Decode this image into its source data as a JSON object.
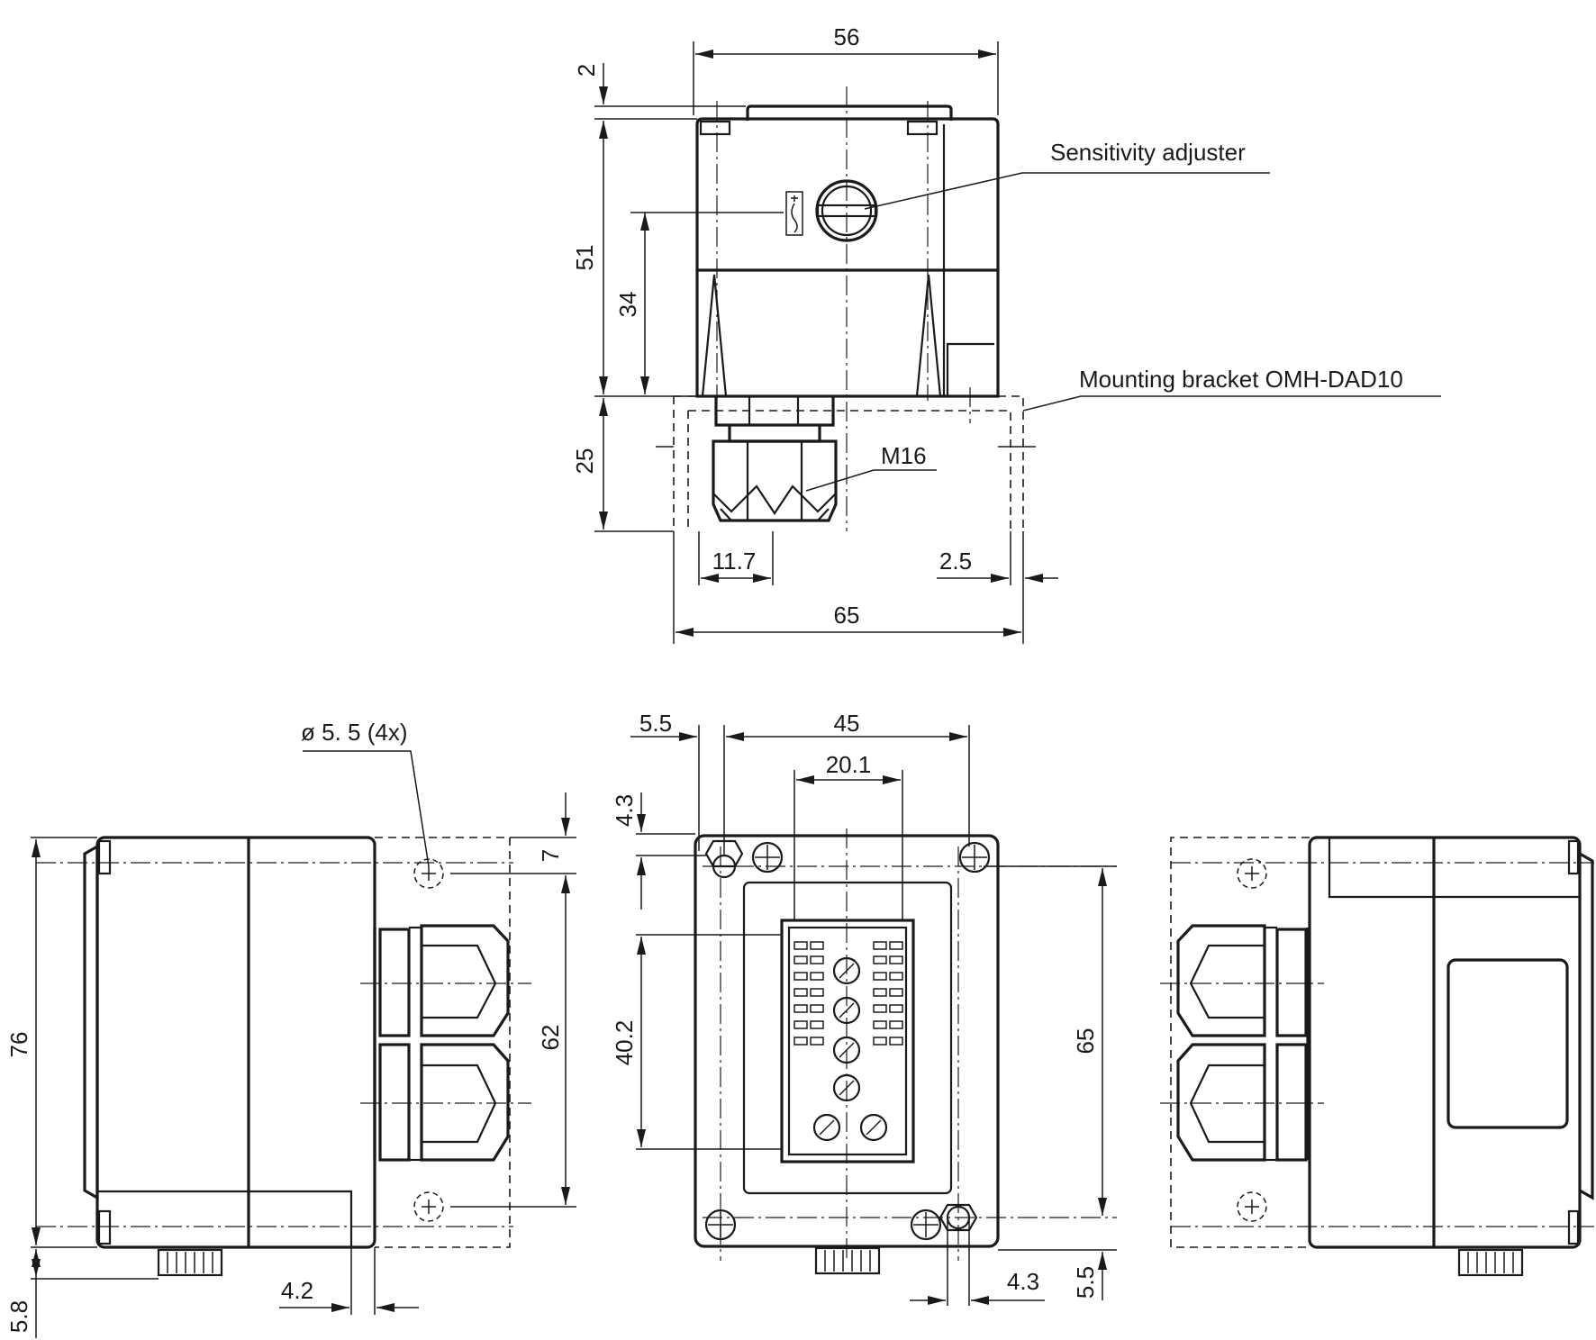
{
  "drawing": {
    "labels": {
      "sensitivity_adjuster": "Sensitivity adjuster",
      "mounting_bracket": "Mounting bracket OMH-DAD10",
      "thread": "M16",
      "hole_diameter": "ø 5. 5 (4x)"
    },
    "top_view": {
      "width": "56",
      "lid_offset": "2",
      "height": "51",
      "adjuster_height": "34",
      "bracket_depth": "25",
      "gland_width": "11.7",
      "bracket_offset": "2.5",
      "bracket_width": "65"
    },
    "front_view": {
      "hole_offset": "5.5",
      "hole_spacing": "45",
      "panel_width": "20.1",
      "top_hole_offset": "4.3",
      "panel_height": "40.2",
      "hole_vertical_spacing": "65",
      "right_hole_offset": "4.3",
      "bottom_hole_offset": "5.5"
    },
    "side_view": {
      "height": "76",
      "hole_top_offset": "7",
      "hole_spacing": "62",
      "bracket_offset": "4.2",
      "foot_height": "5.8"
    }
  }
}
